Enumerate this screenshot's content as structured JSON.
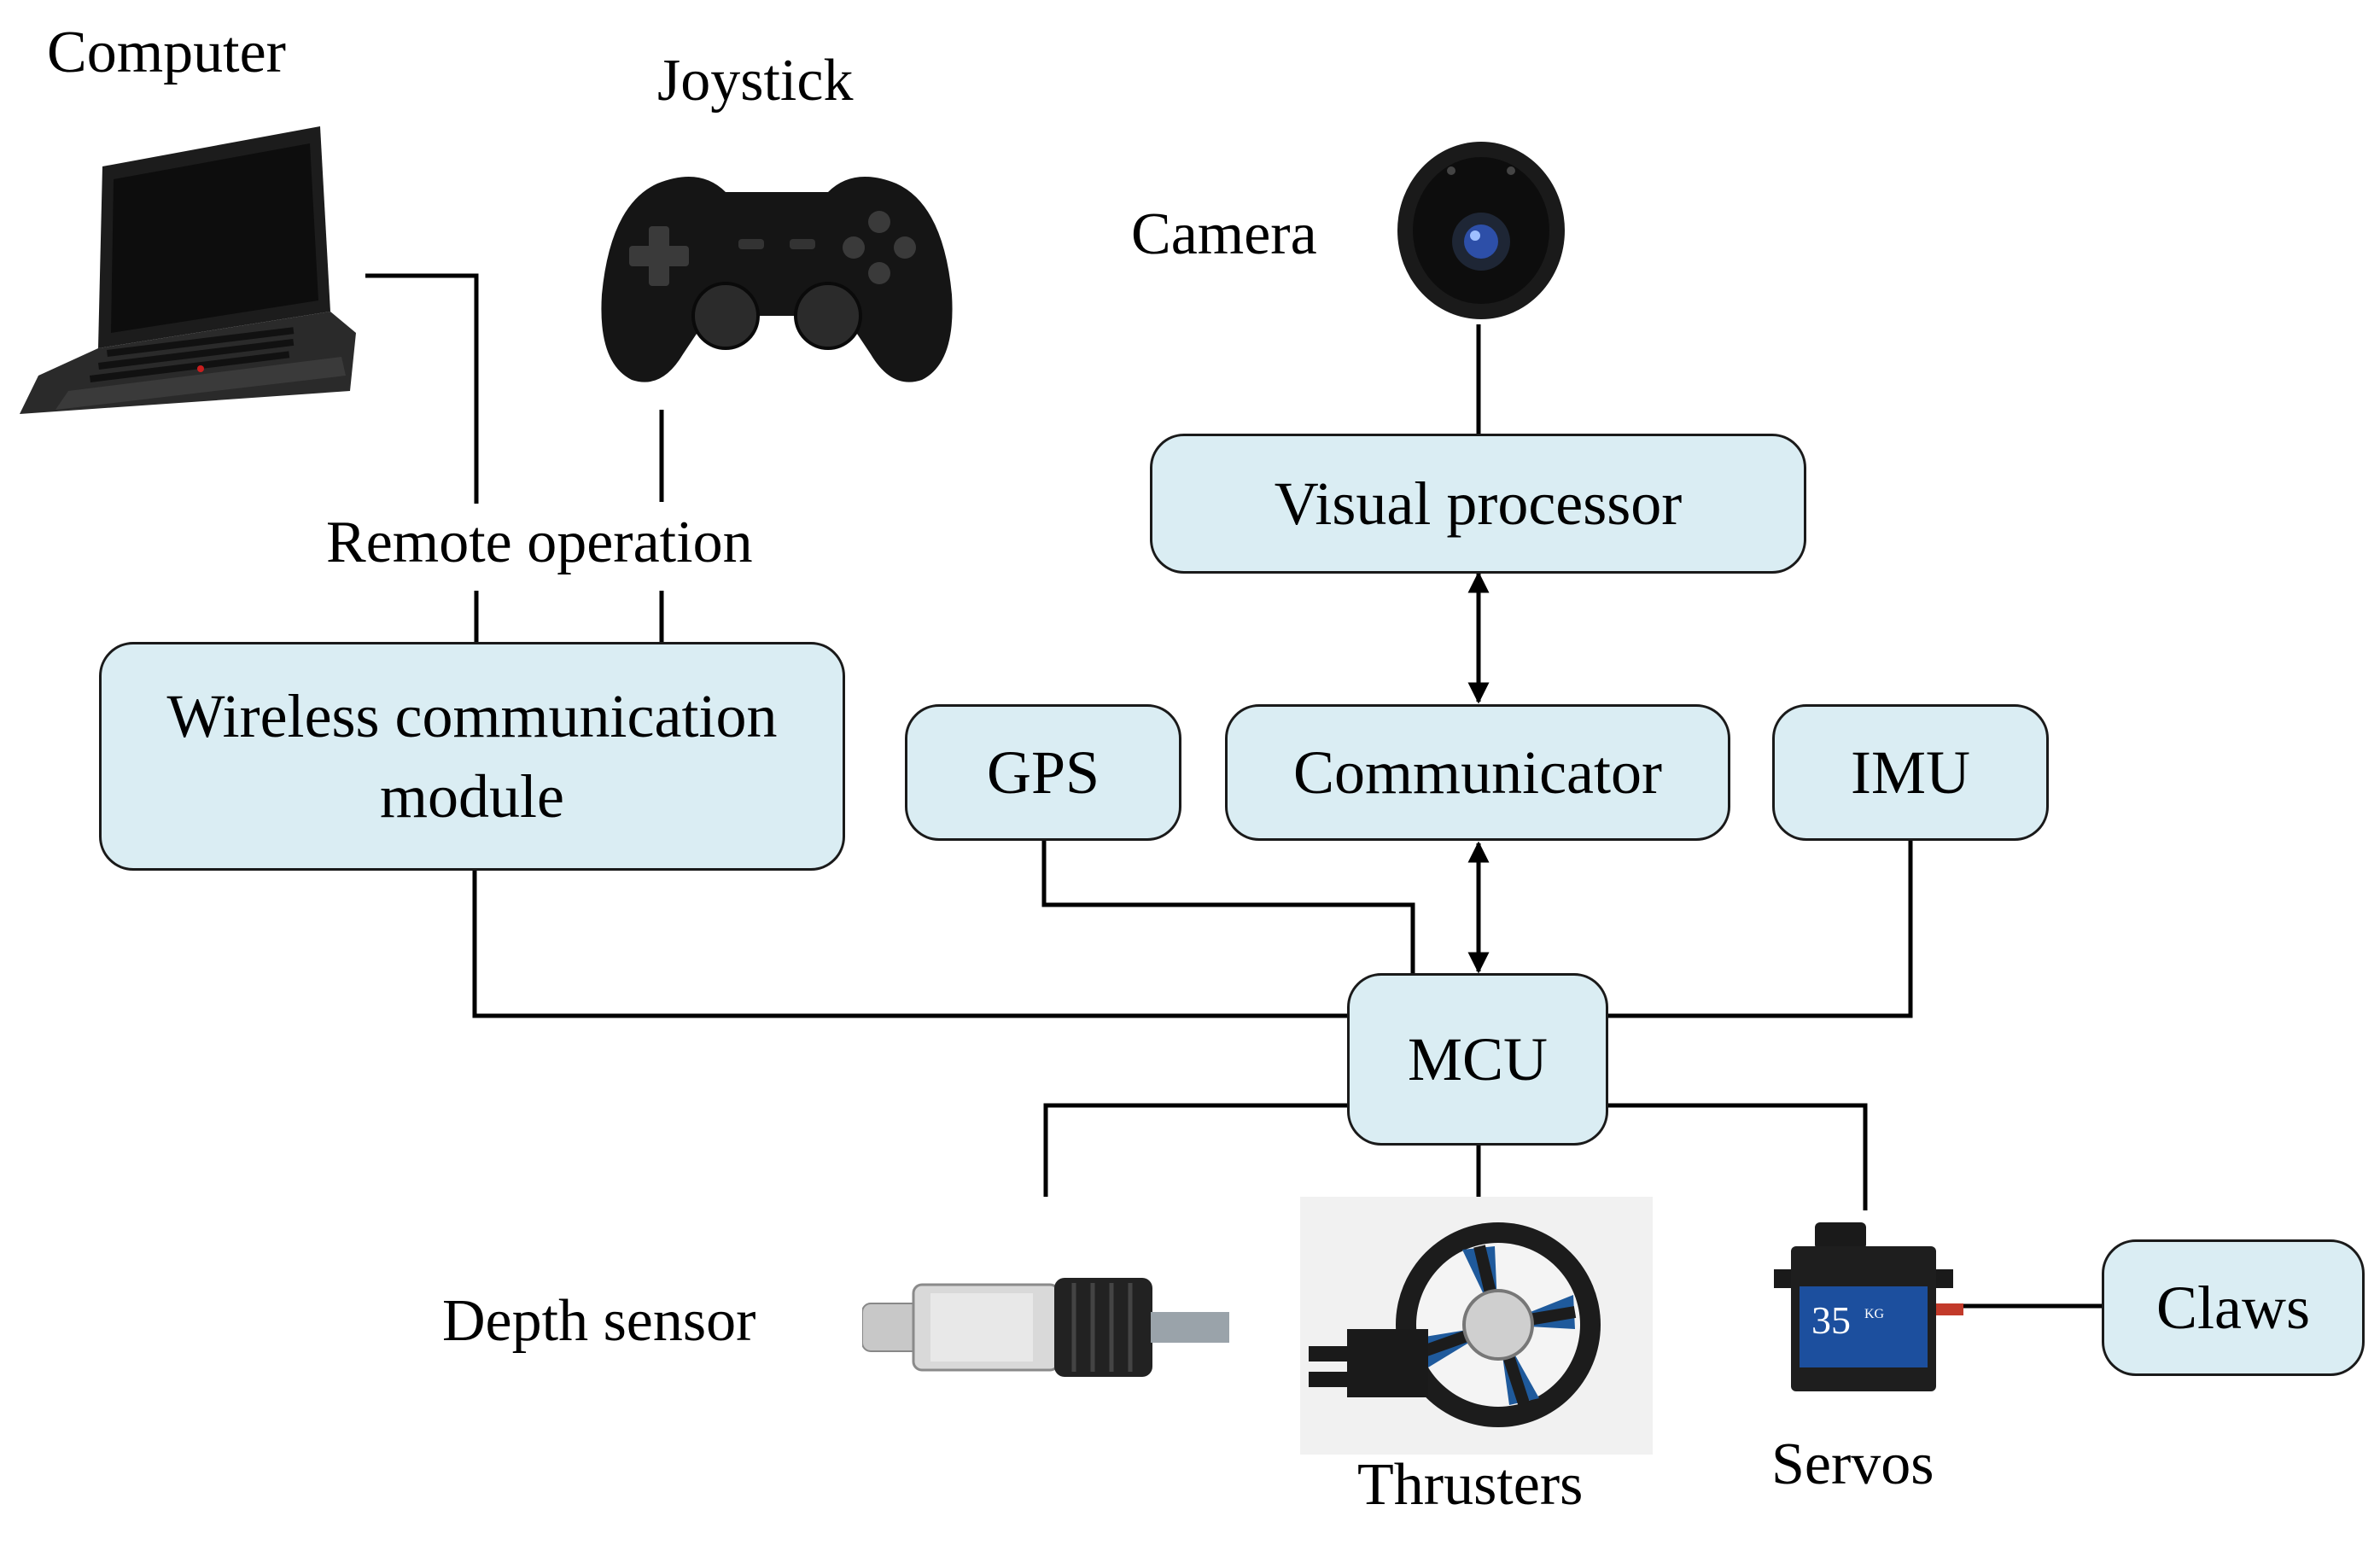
{
  "nodes": {
    "visual_processor": "Visual processor",
    "wireless_line1": "Wireless communication",
    "wireless_line2": "module",
    "gps": "GPS",
    "communicator": "Communicator",
    "imu": "IMU",
    "mcu": "MCU",
    "claws": "Claws"
  },
  "labels": {
    "computer": "Computer",
    "joystick": "Joystick",
    "camera": "Camera",
    "remote_operation": "Remote operation",
    "depth_sensor": "Depth sensor",
    "thrusters": "Thrusters",
    "servos": "Servos"
  },
  "servo_text": {
    "number": "35",
    "unit": "KG"
  },
  "colors": {
    "box_fill": "#daedf3",
    "line": "#000000"
  }
}
